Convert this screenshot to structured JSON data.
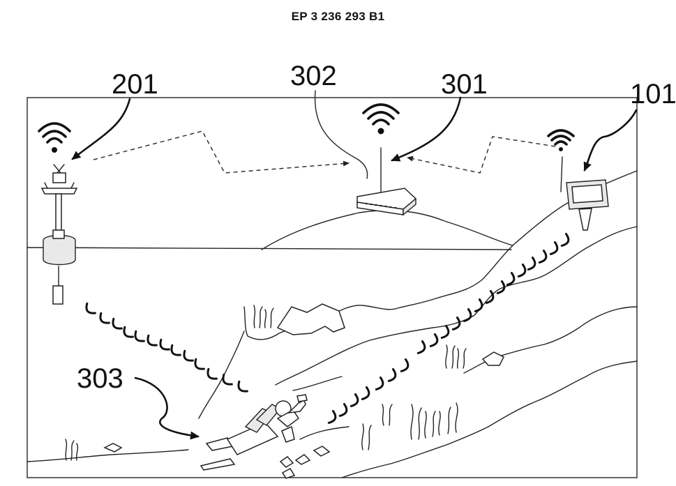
{
  "header": {
    "patent_number": "EP 3 236 293 B1"
  },
  "labels": {
    "buoy": "201",
    "router_antenna": "302",
    "router": "301",
    "tablet": "101",
    "diver": "303"
  },
  "icons": [
    "wifi-icon",
    "buoy-icon",
    "router-icon",
    "tablet-icon",
    "diver-icon",
    "seaweed-icon",
    "rock-icon"
  ]
}
